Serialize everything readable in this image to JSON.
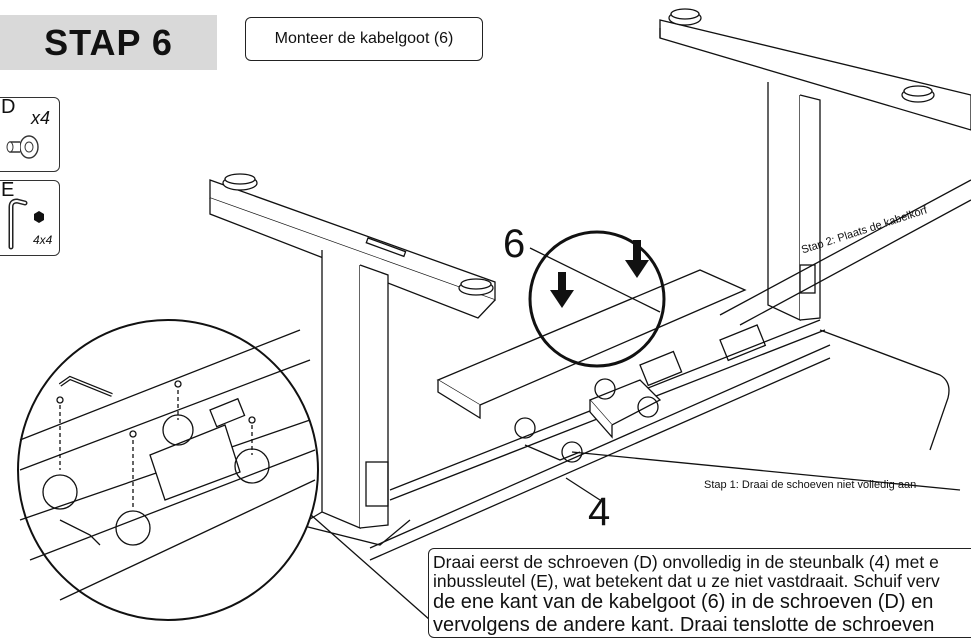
{
  "header": {
    "step_label": "STAP 6",
    "title": "Monteer de kabelgoot (6)"
  },
  "parts": [
    {
      "letter": "D",
      "qty": "x4",
      "icon": "bolt-icon"
    },
    {
      "letter": "E",
      "qty": "4x4",
      "icon": "allen-key-icon"
    }
  ],
  "labels": {
    "part6": "6",
    "part4": "4"
  },
  "callouts": {
    "step2": "Stap 2: Plaats de kabelkorf",
    "step1": "Stap 1: Draai de schoeven niet volledig aan"
  },
  "instructions": {
    "line1": "Draai eerst de schroeven (D) onvolledig in de steunbalk (4) met e",
    "line2": "inbussleutel (E), wat betekent dat u ze niet vastdraait. Schuif verv",
    "line3": "de ene kant van de kabelgoot (6) in de schroeven (D) en",
    "line4": "vervolgens de andere kant. Draai tenslotte de schroeven"
  },
  "colors": {
    "badge_bg": "#d9d9d9",
    "line": "#111111"
  }
}
